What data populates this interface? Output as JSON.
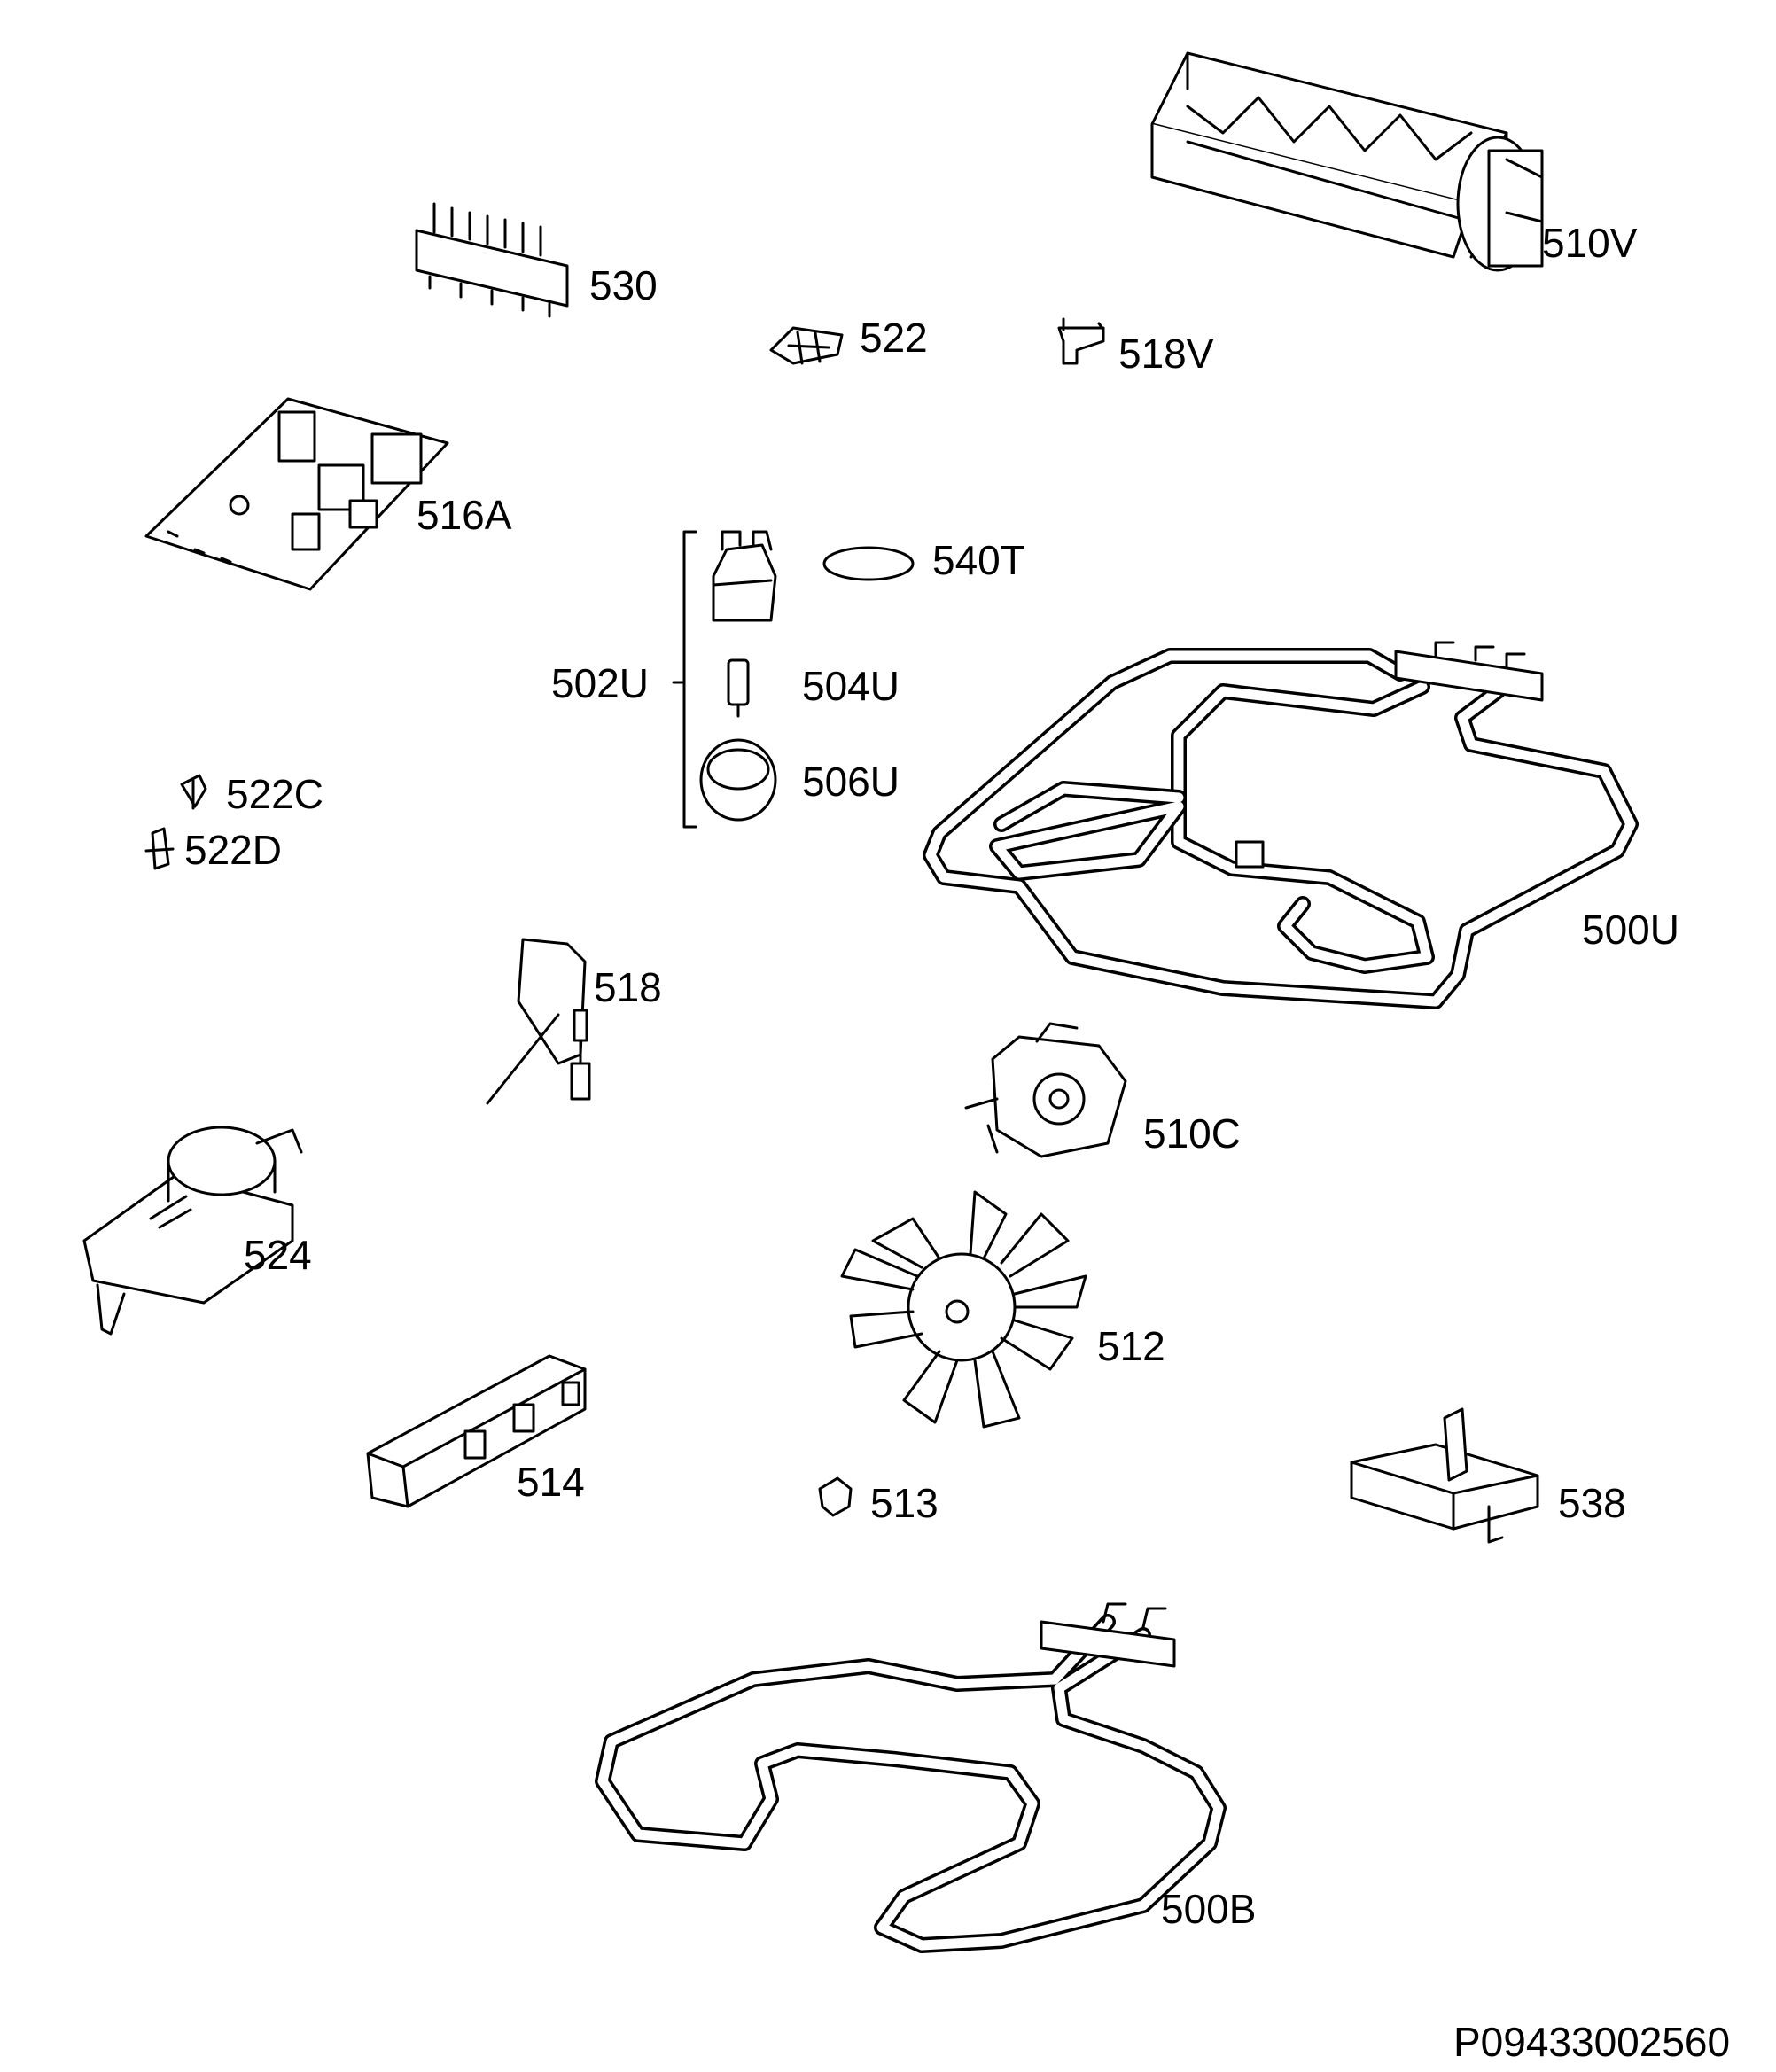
{
  "labels": {
    "p510V": "510V",
    "p530": "530",
    "p522": "522",
    "p518V": "518V",
    "p516A": "516A",
    "p540T": "540T",
    "p502U": "502U",
    "p504U": "504U",
    "p506U": "506U",
    "p522C": "522C",
    "p522D": "522D",
    "p500U": "500U",
    "p518": "518",
    "p510C": "510C",
    "p524": "524",
    "p512": "512",
    "p514": "514",
    "p513": "513",
    "p538": "538",
    "p500B": "500B"
  },
  "document_number": "P09433002560"
}
